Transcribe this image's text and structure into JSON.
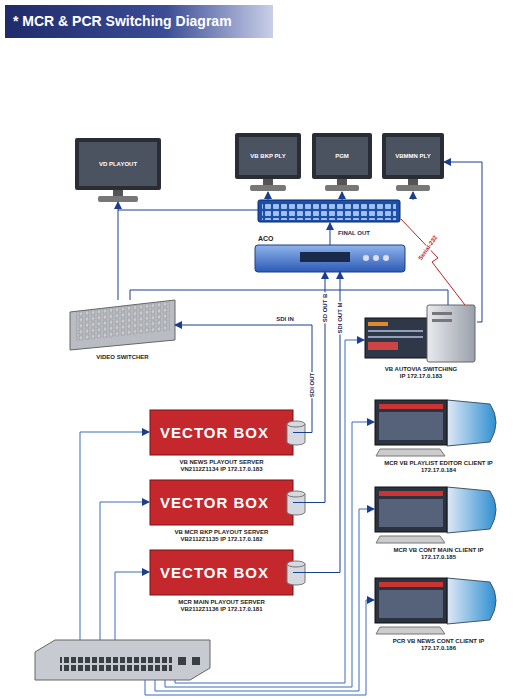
{
  "diagram": {
    "title": "* MCR & PCR Switching Diagram",
    "nodes": [
      {
        "text": [
          "VD PLAYOUT"
        ]
      },
      {
        "text": [
          "VB BKP PLY"
        ]
      },
      {
        "text": [
          "PGM"
        ]
      },
      {
        "text": [
          "VBMMN PLY"
        ]
      },
      {
        "text": [
          "ACO"
        ]
      },
      {
        "text": [
          "VIDEO SWITCHER"
        ]
      },
      {
        "text": [
          "VB AUTOVIA SWITCHING IP 172.17.0.183"
        ]
      },
      {
        "text": [
          "VECTOR BOX",
          "VB NEWS PLAYOUT SERVER VN2112Z1134 IP 172.17.0.183"
        ]
      },
      {
        "text": [
          "VECTOR BOX",
          "VB MCR BKP PLAYOUT SERVER VB2112Z1135 IP 172.17.0.182"
        ]
      },
      {
        "text": [
          "VECTOR BOX",
          "MCR MAIN PLAYOUT SERVER VB2112Z1136 IP 172.17.0.181"
        ]
      },
      {
        "text": [
          "MCR VB PLAYLIST EDITOR CLIENT IP 172.17.0.184"
        ]
      },
      {
        "text": [
          "MCR VB CONT MAIN CLIENT IP 172.17.0.185"
        ]
      },
      {
        "text": [
          "PCR VB NEWS CONT CLIENT IP 172.17.0.186"
        ]
      }
    ],
    "edges": [
      {
        "from": 5,
        "to": 0,
        "arrow": "to"
      },
      {
        "from": 7,
        "to": 5,
        "label": "SDI IN",
        "arrow": "to"
      },
      {
        "from": 8,
        "to": 4,
        "label": "SD OUT B",
        "arrow": "to"
      },
      {
        "from": 9,
        "to": 4,
        "label": "SDI OUT M",
        "arrow": "to"
      },
      {
        "from": 6,
        "to": 3,
        "arrow": "to"
      },
      {
        "from": 5,
        "to": 6,
        "arrow": "none"
      }
    ],
    "labels": [
      "SDI OUT",
      "FINAL OUT",
      "Serial-232"
    ]
  }
}
